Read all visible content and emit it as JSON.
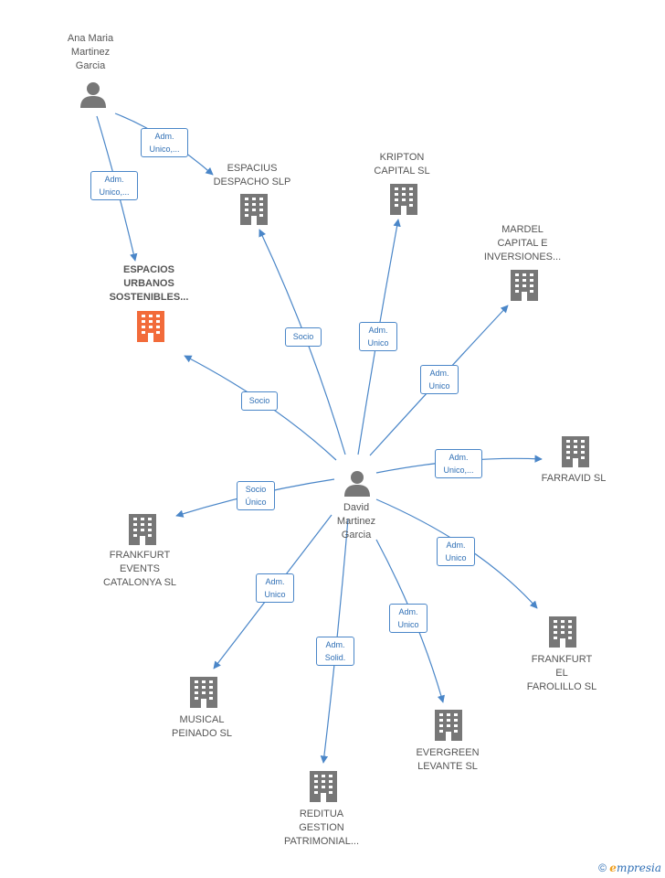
{
  "colors": {
    "edge": "#4a86c8",
    "building": "#777777",
    "highlight": "#f26b3a",
    "person": "#777777"
  },
  "nodes": {
    "ana": {
      "label": "Ana Maria\nMartinez\nGarcia",
      "icon": "person-icon"
    },
    "david": {
      "label": "David\nMartinez\nGarcia",
      "icon": "person-icon"
    },
    "espacios": {
      "label": "ESPACIOS\nURBANOS\nSOSTENIBLES...",
      "icon": "building-icon",
      "highlight": true
    },
    "espacius": {
      "label": "ESPACIUS\nDESPACHO SLP",
      "icon": "building-icon"
    },
    "kripton": {
      "label": "KRIPTON\nCAPITAL SL",
      "icon": "building-icon"
    },
    "mardel": {
      "label": "MARDEL\nCAPITAL E\nINVERSIONES...",
      "icon": "building-icon"
    },
    "farravid": {
      "label": "FARRAVID SL",
      "icon": "building-icon"
    },
    "frankfurt_events": {
      "label": "FRANKFURT\nEVENTS\nCATALONYA SL",
      "icon": "building-icon"
    },
    "frankfurt_farolillo": {
      "label": "FRANKFURT\nEL\nFAROLILLO SL",
      "icon": "building-icon"
    },
    "musical": {
      "label": "MUSICAL\nPEINADO SL",
      "icon": "building-icon"
    },
    "reditua": {
      "label": "REDITUA\nGESTION\nPATRIMONIAL...",
      "icon": "building-icon"
    },
    "evergreen": {
      "label": "EVERGREEN\nLEVANTE SL",
      "icon": "building-icon"
    }
  },
  "edges": {
    "ana_espacius": "Adm.\nUnico,...",
    "ana_espacios": "Adm.\nUnico,...",
    "david_espacius": "Socio",
    "david_kripton": "Adm.\nUnico",
    "david_mardel": "Adm.\nUnico",
    "david_espacios": "Socio",
    "david_farravid": "Adm.\nUnico,...",
    "david_frankfurt_events": "Socio\nÚnico",
    "david_frankfurt_farolillo": "Adm.\nUnico",
    "david_musical": "Adm.\nUnico",
    "david_reditua": "Adm.\nSolid.",
    "david_evergreen": "Adm.\nUnico"
  },
  "footer": {
    "copyright_symbol": "©",
    "brand_initial": "e",
    "brand_rest": "mpresia"
  }
}
